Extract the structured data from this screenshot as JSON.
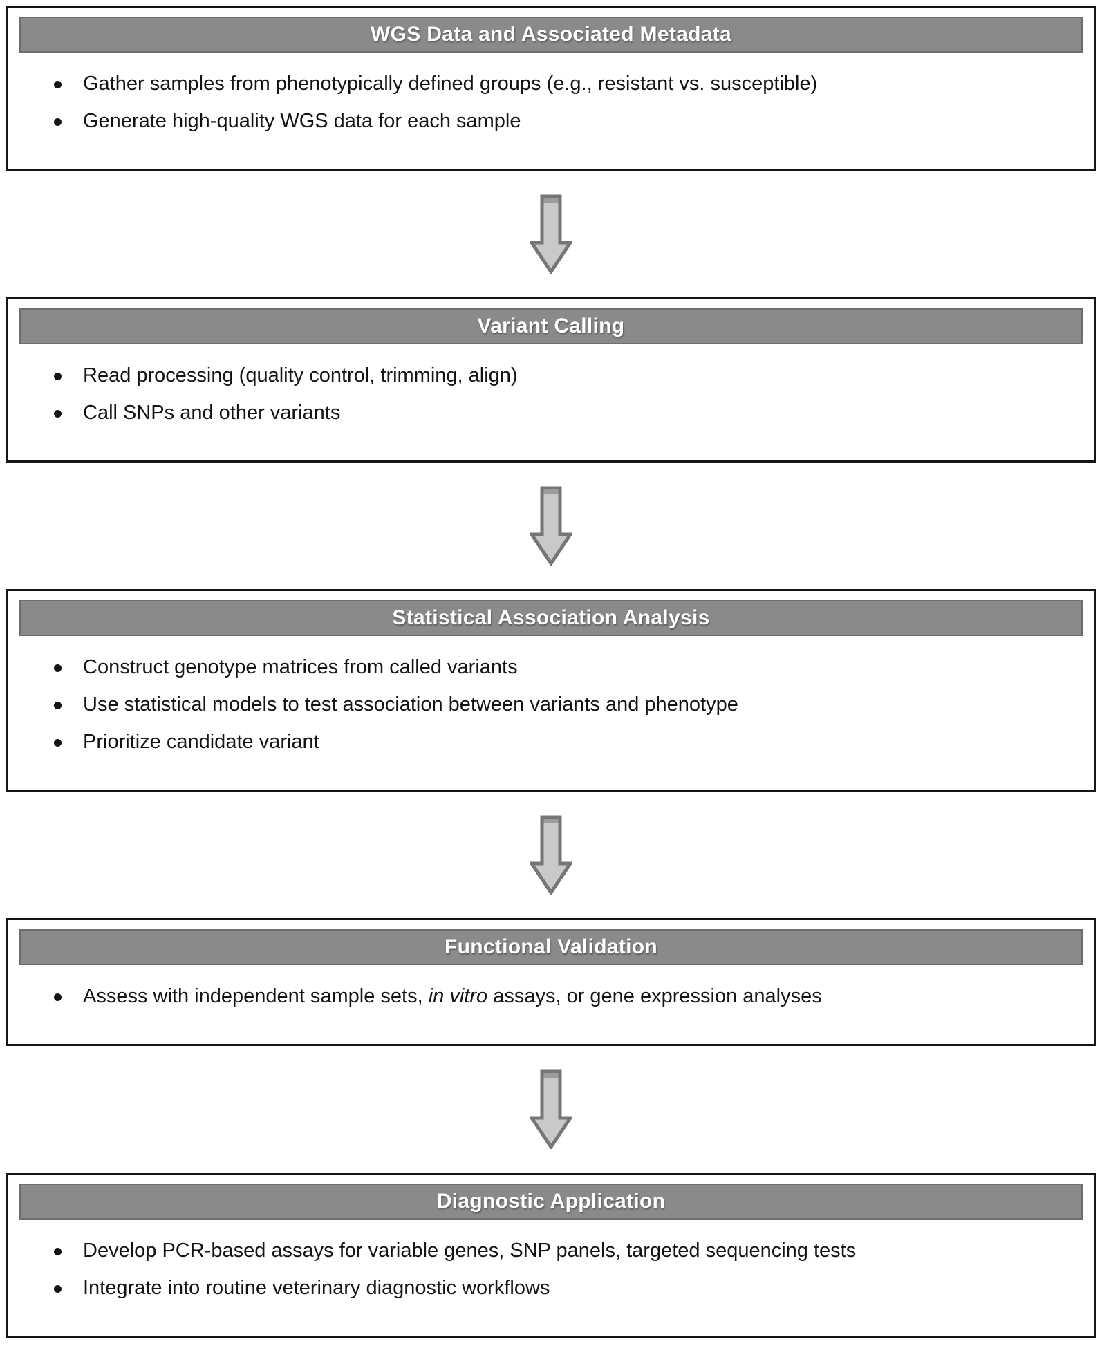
{
  "flowchart": {
    "stages": [
      {
        "title": "WGS Data and Associated Metadata",
        "bullets": [
          "Gather samples from phenotypically defined groups (e.g., resistant vs. susceptible)",
          "Generate high-quality WGS data for each sample"
        ]
      },
      {
        "title": "Variant Calling",
        "bullets": [
          "Read processing (quality control, trimming, align)",
          "Call SNPs and other variants"
        ]
      },
      {
        "title": "Statistical Association Analysis",
        "bullets": [
          "Construct genotype matrices from called variants",
          "Use statistical models to test association between variants and phenotype",
          "Prioritize candidate variant"
        ]
      },
      {
        "title": "Functional Validation",
        "bullet_parts": {
          "prefix": "Assess with independent sample sets, ",
          "italic": "in vitro",
          "suffix": " assays, or gene expression analyses"
        }
      },
      {
        "title": "Diagnostic Application",
        "bullets": [
          "Develop PCR-based assays for variable genes, SNP panels, targeted sequencing tests",
          "Integrate into routine veterinary diagnostic workflows"
        ]
      }
    ],
    "colors": {
      "header_bg": "#8a8a8a",
      "header_border": "#6d6d6d",
      "header_text": "#ffffff",
      "box_border": "#161616",
      "body_text": "#141414",
      "arrow_fill": "#c9c9c7",
      "arrow_border": "#767676",
      "arrow_cap": "#9c9c9a",
      "background": "#fffffe"
    }
  }
}
